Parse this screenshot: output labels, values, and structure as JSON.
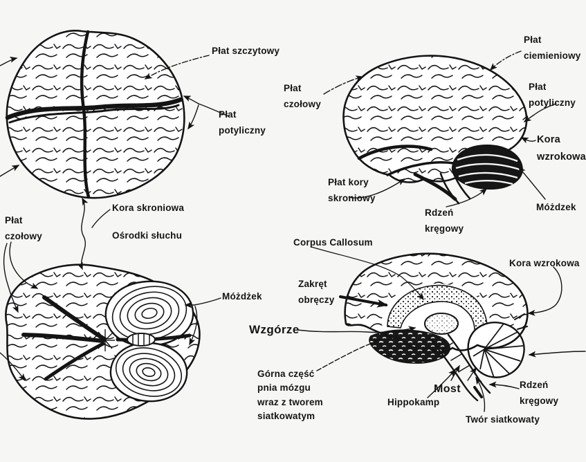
{
  "figure": {
    "type": "anatomical-diagram",
    "subject": "Mózg – cztery widoki (diagram anatomiczny z polskimi podpisami)",
    "background_color": "#f6f6f4",
    "ink_color": "#141414"
  },
  "labels": [
    {
      "id": "plat-szczytowy",
      "text": "Płat szczytowy"
    },
    {
      "id": "plat-potyliczny-dorsal",
      "text": "Płat\npotyliczny"
    },
    {
      "id": "plat-czolowy-lateral",
      "text": "Płat\nczołowy"
    },
    {
      "id": "plat-ciemieniowy",
      "text": "Płat\nciemieniowy"
    },
    {
      "id": "plat-potyliczny-lateral",
      "text": "Płat\npotyliczny"
    },
    {
      "id": "kora-wzrokowa-lateral",
      "text": "Kora\nwzrokowa"
    },
    {
      "id": "plat-kory-skroniowy",
      "text": "Płat kory\nskroniowy"
    },
    {
      "id": "rdzen-kregowy-lateral",
      "text": "Rdzeń\nkręgowy"
    },
    {
      "id": "mozdzek-lateral",
      "text": "Móżdzek"
    },
    {
      "id": "kora-skroniowa",
      "text": "Kora skroniowa"
    },
    {
      "id": "osrodki-sluchu",
      "text": "Ośrodki słuchu"
    },
    {
      "id": "plat-czolowy-ventral",
      "text": "Płat\nczołowy"
    },
    {
      "id": "mozdzek-ventral",
      "text": "Móżdżek"
    },
    {
      "id": "corpus-callosum",
      "text": "Corpus Callosum"
    },
    {
      "id": "zakret-obreczy",
      "text": "Zakręt\nobręczy"
    },
    {
      "id": "wzgorze",
      "text": "Wzgórze"
    },
    {
      "id": "kora-wzrokowa-sagittal",
      "text": "Kora wzrokowa"
    },
    {
      "id": "gorna-czesc",
      "text": "Górna część\npnia mózgu\nwraz z tworem\nsiatkowatym"
    },
    {
      "id": "hippokamp",
      "text": "Hippokamp"
    },
    {
      "id": "most",
      "text": "Most"
    },
    {
      "id": "twor-siatkowaty",
      "text": "Twór siatkowaty"
    },
    {
      "id": "rdzen-kregowy-sagittal",
      "text": "Rdzeń\nkręgowy"
    }
  ]
}
